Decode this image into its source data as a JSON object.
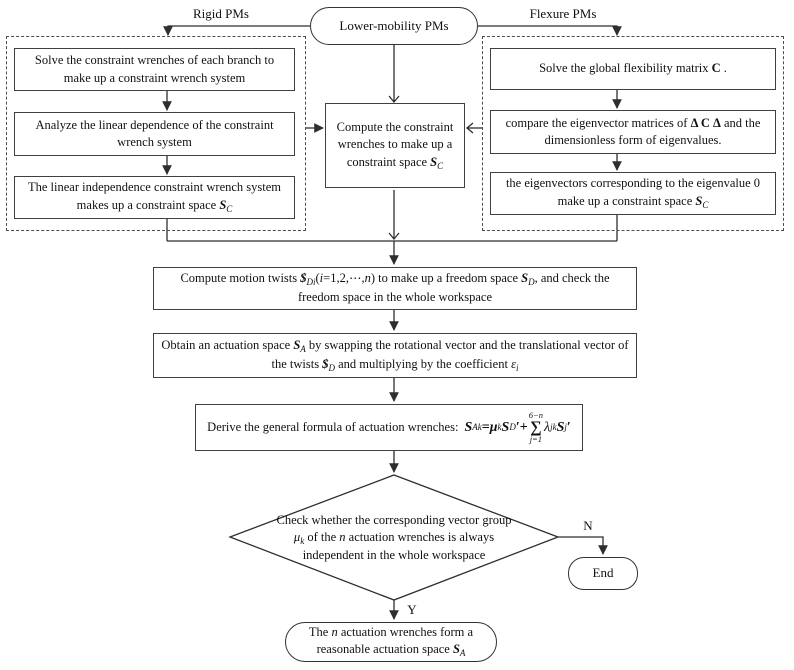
{
  "colors": {
    "line": "#2e2e2e",
    "box_border": "#404040",
    "dashed_border": "#4d4d4d",
    "text": "#111111",
    "background": "#ffffff"
  },
  "nodes": {
    "start": "Lower-mobility PMs",
    "rigid_label": "Rigid PMs",
    "flexure_label": "Flexure PMs",
    "left1": "Solve the constraint wrenches of each branch to make up a constraint wrench system",
    "left2": "Analyze the linear dependence of the  constraint wrench system",
    "left3": {
      "pre": "The linear independence constraint wrench system makes up a constraint space ",
      "sym": "S",
      "sub": "C"
    },
    "center": {
      "pre": "Compute the constraint wrenches to make up a constraint space ",
      "sym": "S",
      "sub": "C"
    },
    "right1": {
      "pre": "Solve the global flexibility matrix ",
      "sym": "C",
      "post": " ."
    },
    "right2": {
      "pre": "compare the eigenvector matrices of ",
      "sym": "Δ C Δ",
      "post": " and the dimensionless form of  eigenvalues."
    },
    "right3": {
      "pre": "the eigenvectors corresponding to the  eigenvalue 0 make up a constraint space ",
      "sym": "S",
      "sub": "C"
    },
    "freedom": {
      "t1": "Compute  motion twists ",
      "screw": "$",
      "screw_sub": "Di",
      "t2": "(",
      "i": "i",
      "t3": "=1,2,⋯,",
      "n": "n",
      "t4": ") to make up a freedom space ",
      "s": "S",
      "s_sub": "D",
      "t5": ", and check the freedom space in the whole workspace"
    },
    "actuation": {
      "t1": "Obtain an actuation space ",
      "s1": "S",
      "s1_sub": "A",
      "t2": " by swapping the rotational vector and the translational vector of the twists ",
      "s2": "$",
      "s2_sub": "D",
      "t3": " and multiplying by the coefficient ",
      "eps": "ε",
      "eps_sub": "i"
    },
    "derive": {
      "label": "Derive the general formula of actuation wrenches:",
      "f_s1": "S",
      "f_s1_sub": "Ak",
      "f_eq": "=",
      "f_mu": "μ",
      "f_mu_sub": "k",
      "f_s2": "S",
      "f_s2_sub": "D",
      "f_p1": "′",
      "f_plus": "+",
      "sigma_sup": "6−n",
      "sigma": "∑",
      "sigma_sub": "j=1",
      "f_lam": "λ",
      "f_lam_sub": "jk",
      "f_s3": "S",
      "f_s3_sub": "j",
      "f_p2": "′"
    },
    "decision": {
      "t1": "Check whether the corresponding vector group ",
      "mu": "μ",
      "mu_sub": "k",
      "t2": " of the ",
      "n": "n",
      "t3": " actuation wrenches is always independent in the whole workspace"
    },
    "no": "N",
    "yes": "Y",
    "end": "End",
    "result": {
      "t1": "The ",
      "n": "n",
      "t2": " actuation wrenches form a reasonable actuation space  ",
      "s": "S",
      "s_sub": "A"
    }
  }
}
